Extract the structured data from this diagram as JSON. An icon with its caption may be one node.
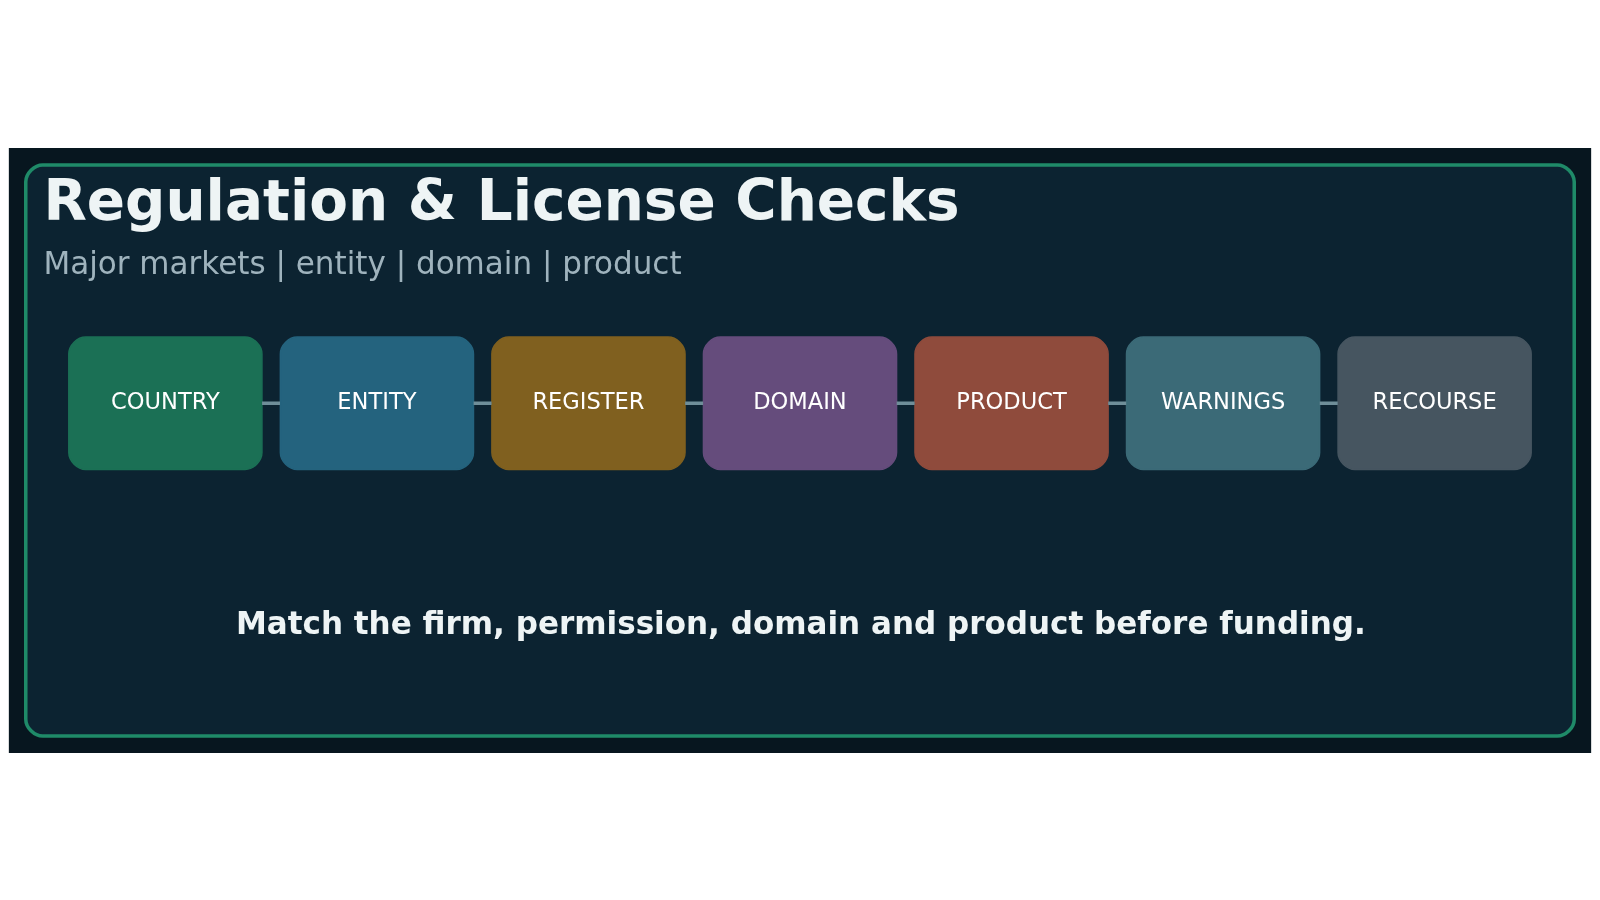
{
  "diagram": {
    "nodes": [
      {
        "text": [
          "Regulation & License Checks",
          "Major markets | entity | domain | product"
        ]
      },
      {
        "text": [
          "COUNTRY"
        ],
        "in": 0
      },
      {
        "text": [
          "ENTITY"
        ],
        "in": 0
      },
      {
        "text": [
          "REGISTER"
        ],
        "in": 0
      },
      {
        "text": [
          "DOMAIN"
        ],
        "in": 0
      },
      {
        "text": [
          "PRODUCT"
        ],
        "in": 0
      },
      {
        "text": [
          "WARNINGS"
        ],
        "in": 0
      },
      {
        "text": [
          "RECOURSE"
        ],
        "in": 0
      }
    ],
    "edges": [
      {
        "from": 1,
        "to": 2,
        "arrow": "none"
      },
      {
        "from": 2,
        "to": 3,
        "arrow": "none"
      },
      {
        "from": 3,
        "to": 4,
        "arrow": "none"
      },
      {
        "from": 4,
        "to": 5,
        "arrow": "none"
      },
      {
        "from": 5,
        "to": 6,
        "arrow": "none"
      },
      {
        "from": 6,
        "to": 7,
        "arrow": "none"
      }
    ],
    "labels": [
      "Match the firm, permission, domain and product before funding."
    ]
  }
}
